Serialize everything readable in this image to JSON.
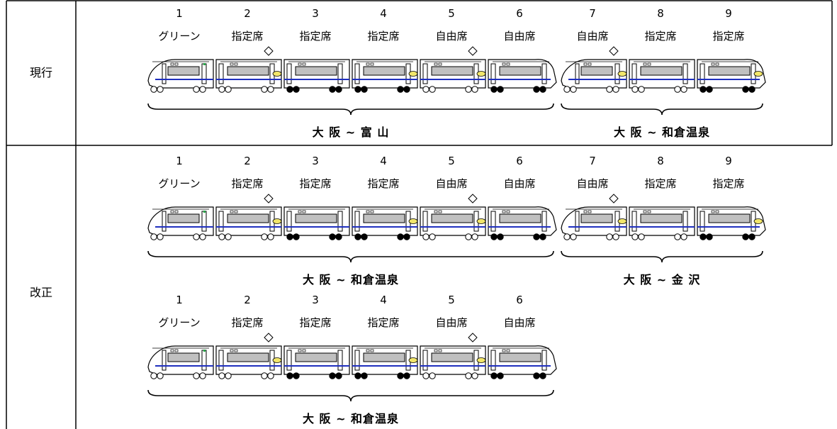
{
  "rows": [
    {
      "label": "現行",
      "formations": [
        {
          "cars": [
            {
              "number": "1",
              "class": "グリーン",
              "type": "front",
              "diamond": false
            },
            {
              "number": "2",
              "class": "指定席",
              "type": "mid",
              "diamond": true
            },
            {
              "number": "3",
              "class": "指定席",
              "type": "mid",
              "diamond": false
            },
            {
              "number": "4",
              "class": "指定席",
              "type": "mid",
              "diamond": false
            },
            {
              "number": "5",
              "class": "自由席",
              "type": "mid",
              "diamond": true
            },
            {
              "number": "6",
              "class": "自由席",
              "type": "rear",
              "diamond": false
            }
          ],
          "route": "大 阪 ~ 富 山"
        },
        {
          "cars": [
            {
              "number": "7",
              "class": "自由席",
              "type": "front",
              "diamond": true
            },
            {
              "number": "8",
              "class": "指定席",
              "type": "mid",
              "diamond": false
            },
            {
              "number": "9",
              "class": "指定席",
              "type": "rear",
              "diamond": false
            }
          ],
          "route": "大 阪 ~ 和倉温泉"
        }
      ]
    },
    {
      "label": "改正",
      "formations": [
        {
          "cars": [
            {
              "number": "1",
              "class": "グリーン",
              "type": "front",
              "diamond": false
            },
            {
              "number": "2",
              "class": "指定席",
              "type": "mid",
              "diamond": true
            },
            {
              "number": "3",
              "class": "指定席",
              "type": "mid",
              "diamond": false
            },
            {
              "number": "4",
              "class": "指定席",
              "type": "mid",
              "diamond": false
            },
            {
              "number": "5",
              "class": "自由席",
              "type": "mid",
              "diamond": true
            },
            {
              "number": "6",
              "class": "自由席",
              "type": "rear",
              "diamond": false
            }
          ],
          "route": "大 阪 ~ 和倉温泉"
        },
        {
          "cars": [
            {
              "number": "7",
              "class": "自由席",
              "type": "front",
              "diamond": true
            },
            {
              "number": "8",
              "class": "指定席",
              "type": "mid",
              "diamond": false
            },
            {
              "number": "9",
              "class": "指定席",
              "type": "rear",
              "diamond": false
            }
          ],
          "route": "大 阪 ~ 金 沢"
        },
        {
          "cars": [
            {
              "number": "1",
              "class": "グリーン",
              "type": "front",
              "diamond": false
            },
            {
              "number": "2",
              "class": "指定席",
              "type": "mid",
              "diamond": true
            },
            {
              "number": "3",
              "class": "指定席",
              "type": "mid",
              "diamond": false
            },
            {
              "number": "4",
              "class": "指定席",
              "type": "mid",
              "diamond": false
            },
            {
              "number": "5",
              "class": "自由席",
              "type": "mid",
              "diamond": true
            },
            {
              "number": "6",
              "class": "自由席",
              "type": "rear",
              "diamond": false
            }
          ],
          "route": "大 阪 ~ 和倉温泉"
        }
      ]
    }
  ],
  "colors": {
    "stripe": "#1f2fbf",
    "window": "#c0c0c0",
    "marker": "#f2e66a",
    "green_lamp": "#2aa84a",
    "line": "#000000"
  }
}
